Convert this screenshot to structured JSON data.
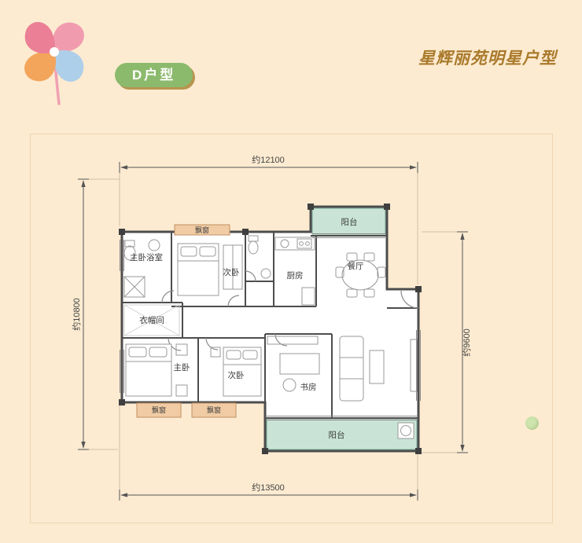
{
  "header": {
    "badge": "D户型",
    "title": "星辉丽苑明星户型"
  },
  "floorplan": {
    "dim_top": "约12100",
    "dim_left": "约10800",
    "dim_right": "约9600",
    "dim_bottom": "约13500",
    "rooms": {
      "master_bath": "主卧浴室",
      "bay_window_top": "飘窗",
      "bedroom_second_top": "次卧",
      "kitchen": "厨房",
      "dining": "餐厅",
      "balcony_top": "阳台",
      "cloakroom": "衣帽间",
      "master_bedroom": "主卧",
      "bedroom_second_bottom": "次卧",
      "study": "书房",
      "bay_window_bottom_left": "飘窗",
      "bay_window_bottom_mid": "飘窗",
      "balcony_bottom": "阳台"
    }
  },
  "colors": {
    "background": "#fcebd1",
    "badge_green": "#8cba6d",
    "badge_shadow": "#b8944e",
    "title_brown": "#aa7a2c",
    "balcony_teal": "#c9e4d6",
    "bay_window_orange": "#f0cba4",
    "wall_gray": "#4d4d4d"
  }
}
